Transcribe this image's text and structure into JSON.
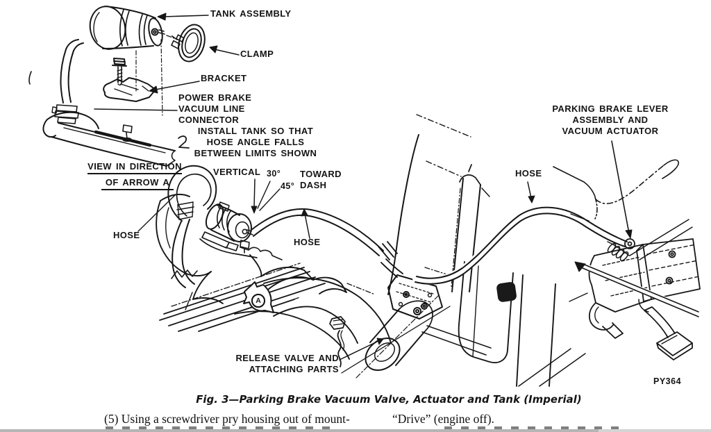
{
  "figure": {
    "code": "PY364",
    "caption": "Fig. 3—Parking Brake Vacuum Valve, Actuator and Tank (Imperial)",
    "labels": {
      "tank_assembly": "TANK ASSEMBLY",
      "clamp": "CLAMP",
      "bracket": "BRACKET",
      "power_brake_connector": "POWER BRAKE\nVACUUM LINE\nCONNECTOR",
      "install_note": "INSTALL TANK SO THAT\nHOSE ANGLE FALLS\nBETWEEN LIMITS SHOWN",
      "view_line1": "VIEW IN DIRECTION",
      "view_line2": "OF ARROW A",
      "vertical": "VERTICAL",
      "deg30": "30°",
      "deg45": "45°",
      "toward_dash": "TOWARD\nDASH",
      "hose_left": "HOSE",
      "hose_center": "HOSE",
      "hose_right": "HOSE",
      "parking_brake": "PARKING BRAKE LEVER\nASSEMBLY AND\nVACUUM ACTUATOR",
      "release_valve": "RELEASE VALVE AND\nATTACHING PARTS",
      "arrow_a": "A"
    }
  },
  "body_text": {
    "left_column": "(5) Using a screwdriver pry housing out of mount-",
    "right_column": "“Drive” (engine off)."
  }
}
